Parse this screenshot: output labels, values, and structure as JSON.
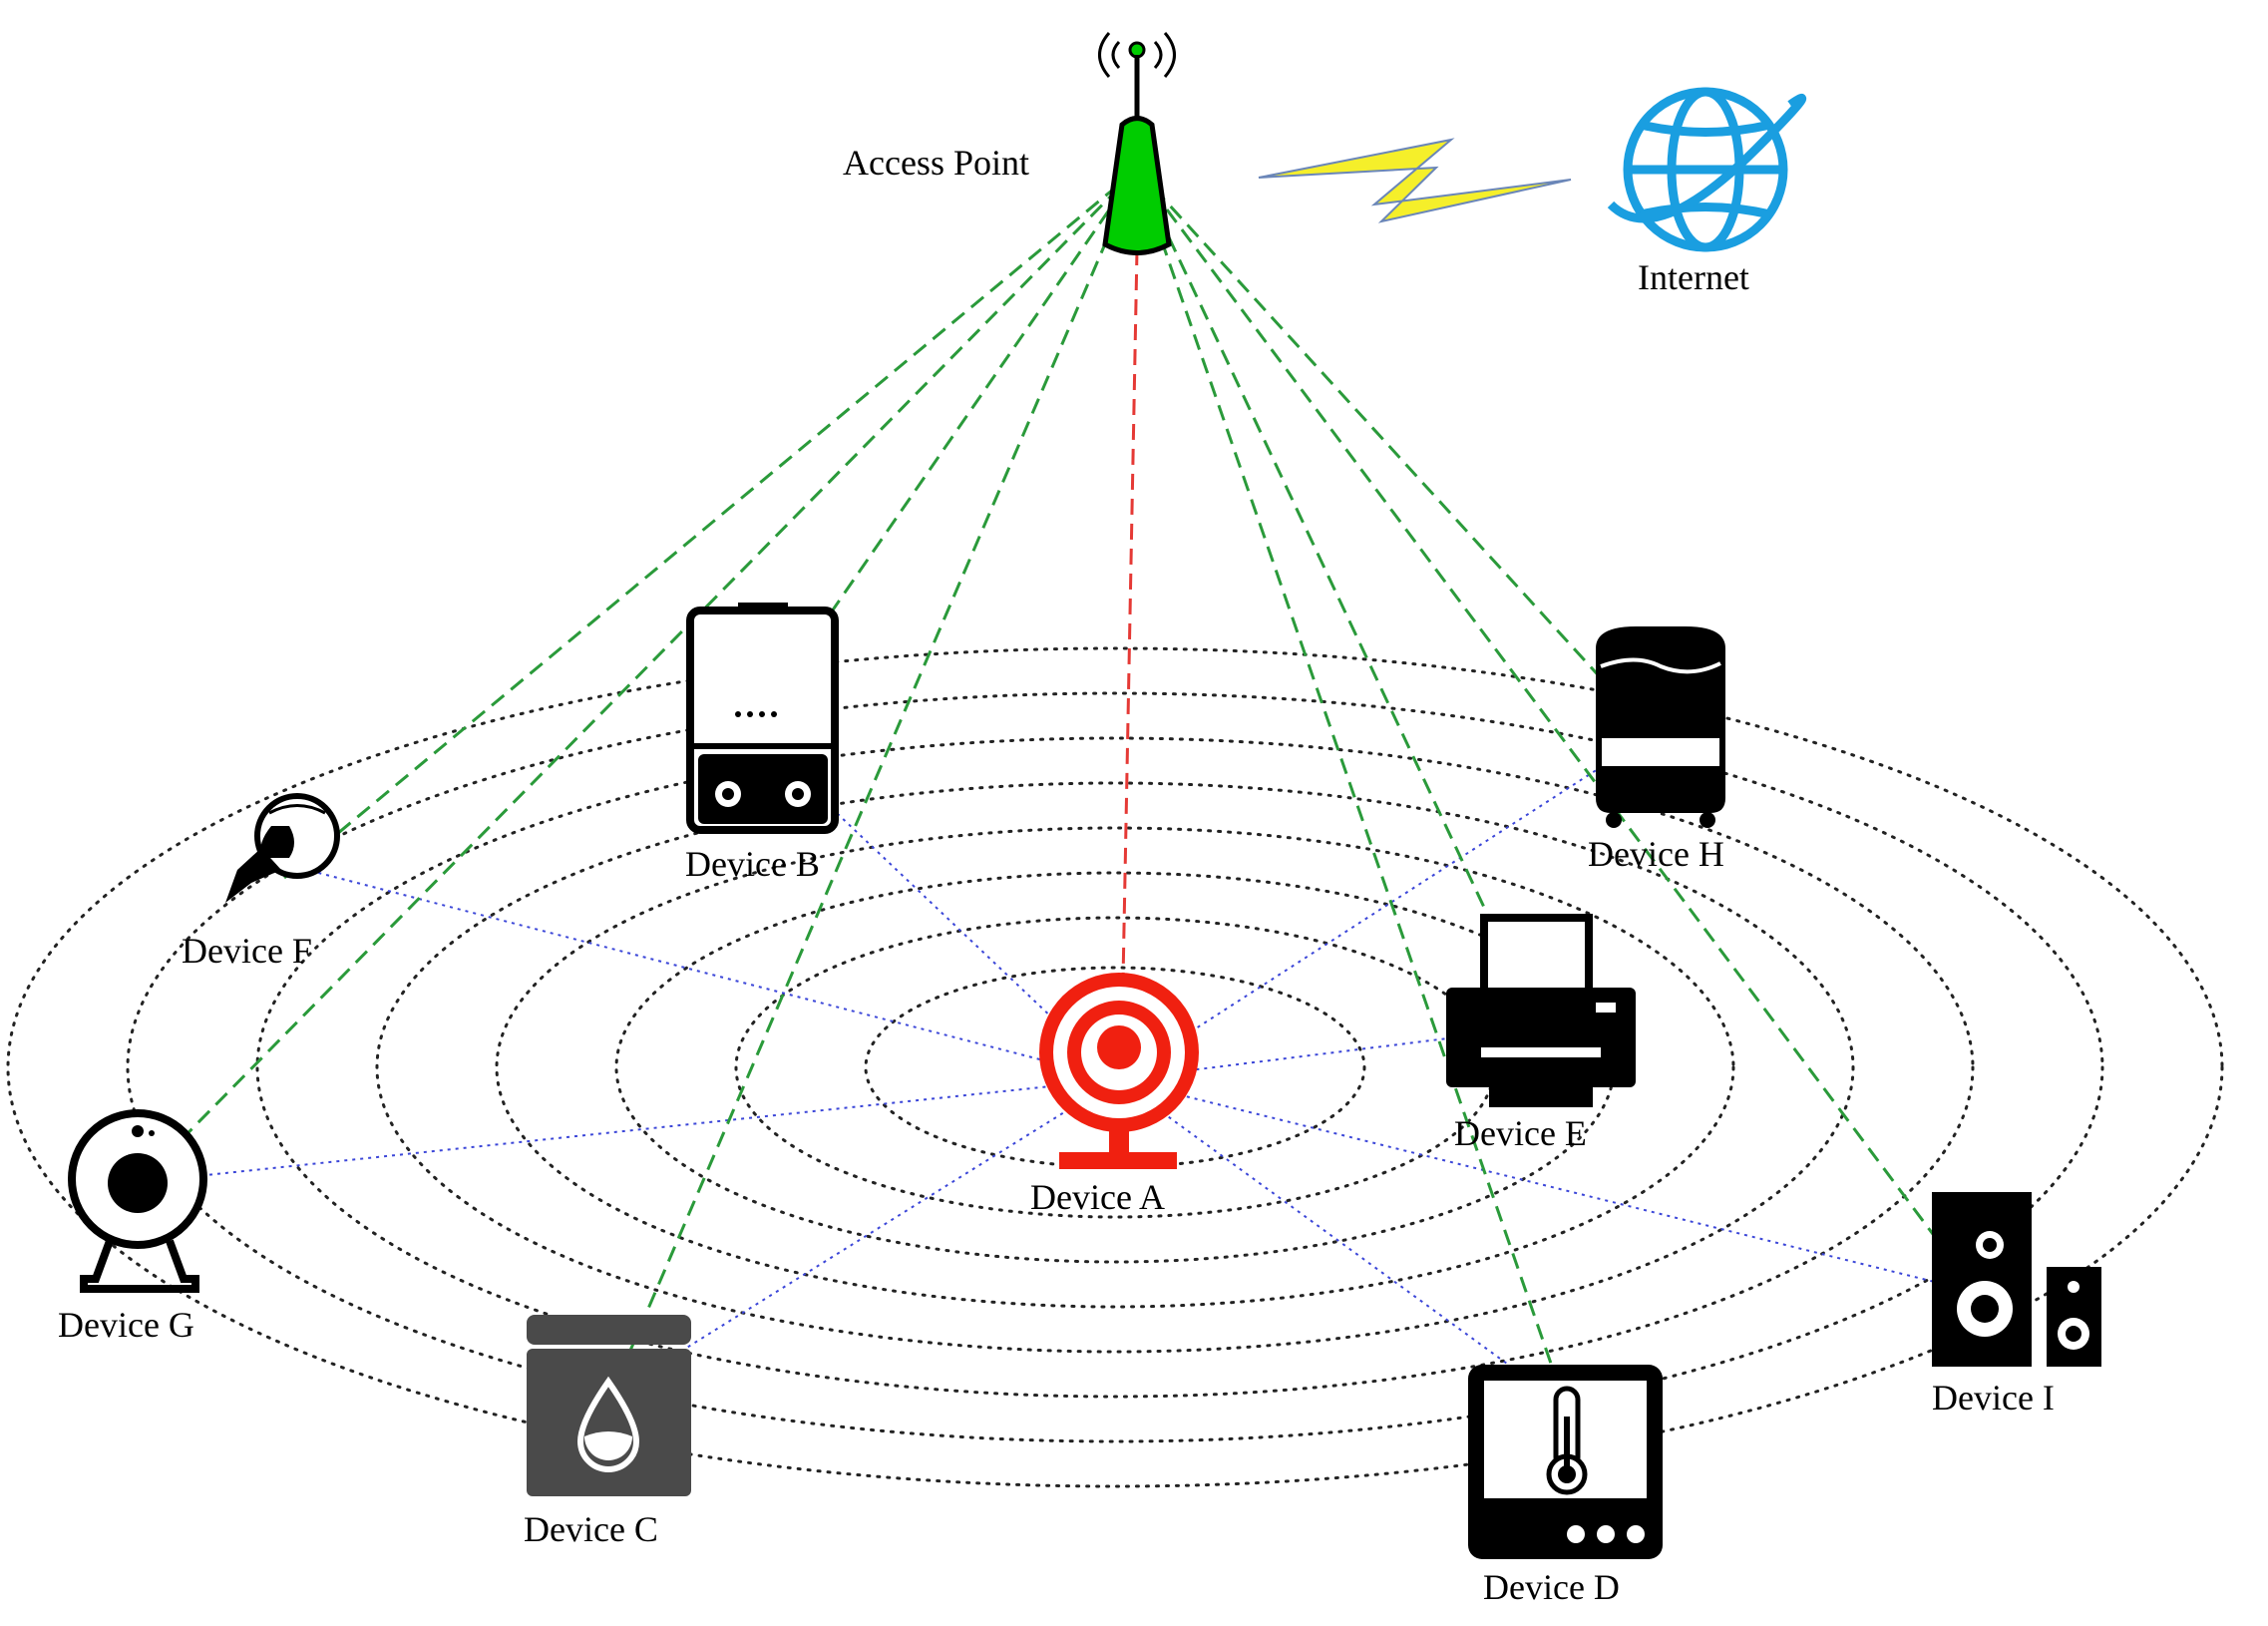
{
  "access_point": {
    "label": "Access Point"
  },
  "internet": {
    "label": "Internet"
  },
  "devices": {
    "a": "Device A",
    "b": "Device B",
    "c": "Device C",
    "d": "Device D",
    "e": "Device E",
    "f": "Device F",
    "g": "Device G",
    "h": "Device H",
    "i": "Device I"
  },
  "colors": {
    "access_point": "#00cc00",
    "device_a": "#f02010",
    "ap_link": "#2a9a3a",
    "ap_link_device_a": "#e53935",
    "mesh_link": "#3b46d8",
    "internet": "#1a9ee0",
    "lightning": "#f5ef2a"
  }
}
